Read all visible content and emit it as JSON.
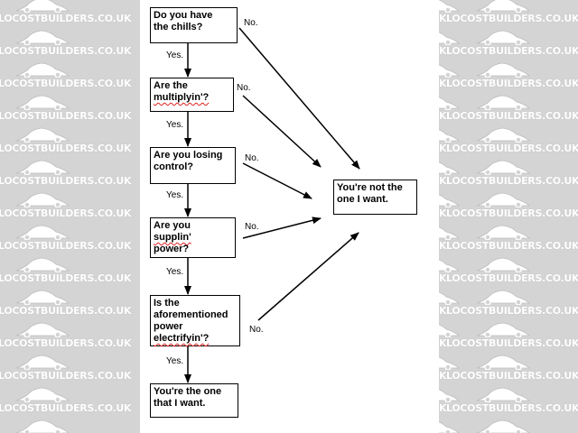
{
  "watermark": {
    "text": "LOCOSTBUILDERS.CO.UK",
    "text_short": "ERS.CO.UK"
  },
  "colors": {
    "background_gray": "#d4d4d4",
    "watermark_text": "#ffffff",
    "spellcheck_underline": "#e02020"
  },
  "flowchart": {
    "q1": {
      "lines": [
        "Do you have",
        "the chills?"
      ]
    },
    "q2": {
      "lines": [
        "Are the",
        "multiplyin'?"
      ]
    },
    "q3": {
      "lines": [
        "Are you losing",
        "control?"
      ]
    },
    "q4": {
      "lines": [
        "Are you",
        "supplin'",
        "power?"
      ]
    },
    "q5": {
      "lines": [
        "Is the",
        "aforementioned",
        "power",
        "electrifyin'?"
      ]
    },
    "end_yes": {
      "lines": [
        "You're the one",
        "that I want."
      ]
    },
    "end_no": {
      "lines": [
        "You're not the",
        "one I want."
      ]
    },
    "yes_label": "Yes.",
    "no_label": "No."
  }
}
